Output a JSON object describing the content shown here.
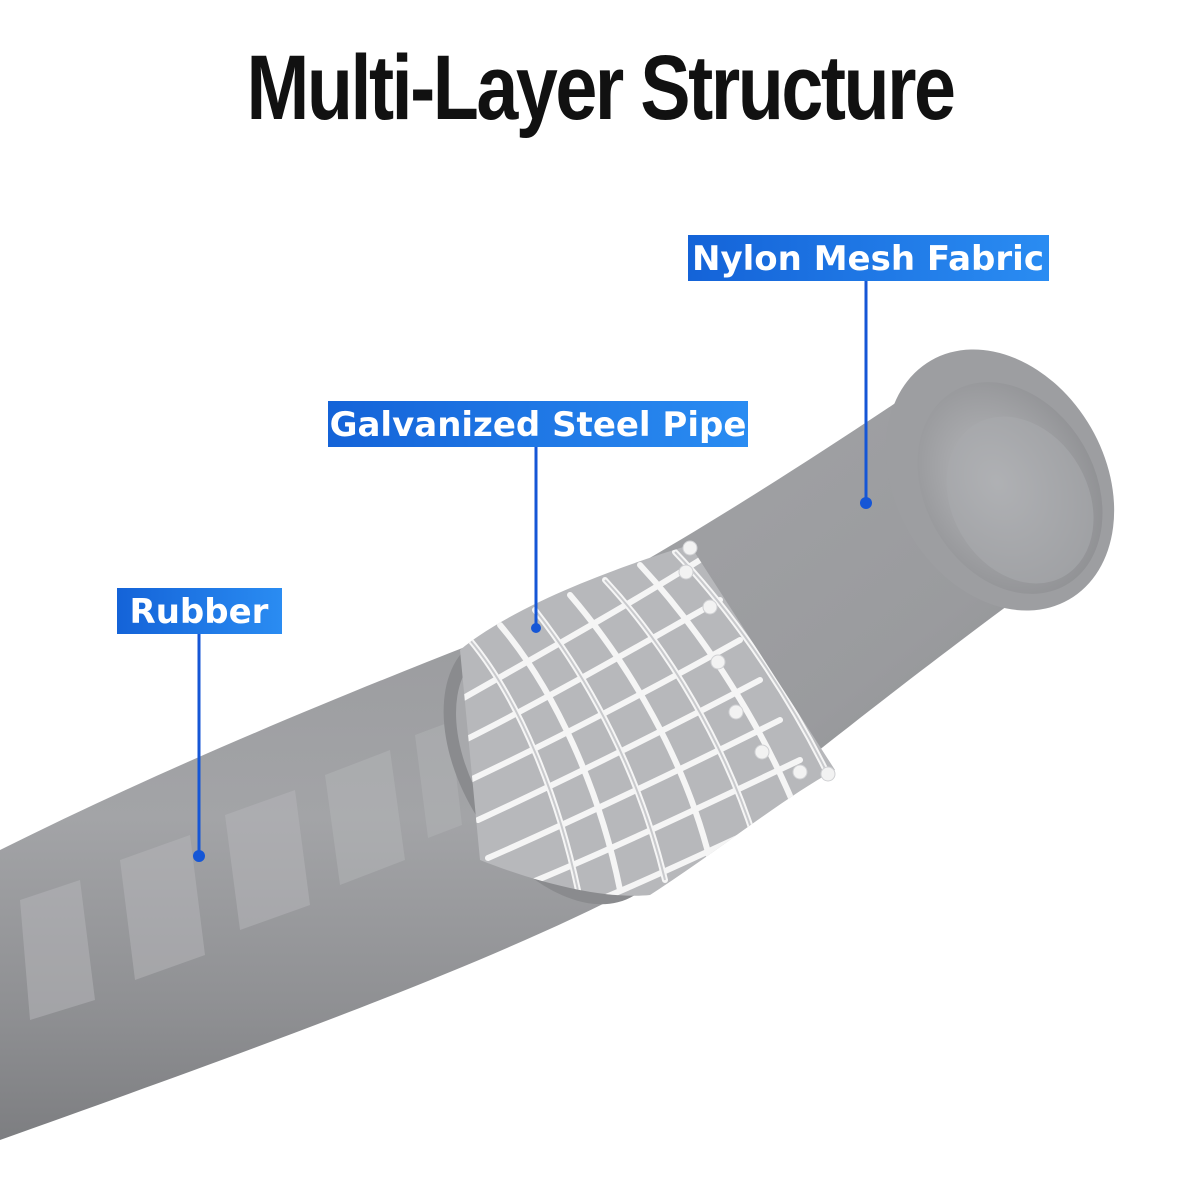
{
  "title": "Multi-Layer Structure",
  "colors": {
    "label_bg_dark": "#1463d8",
    "label_bg_light": "#2a8cf2",
    "leader_line": "#1556d6",
    "hose_outer": "#8c8d90",
    "hose_light": "#a6a7aa",
    "hose_inner": "#9a9b9e",
    "mesh": "#f4f4f4"
  },
  "labels": {
    "nylon": "Nylon Mesh Fabric",
    "steel": "Galvanized Steel Pipe",
    "rubber": "Rubber"
  }
}
